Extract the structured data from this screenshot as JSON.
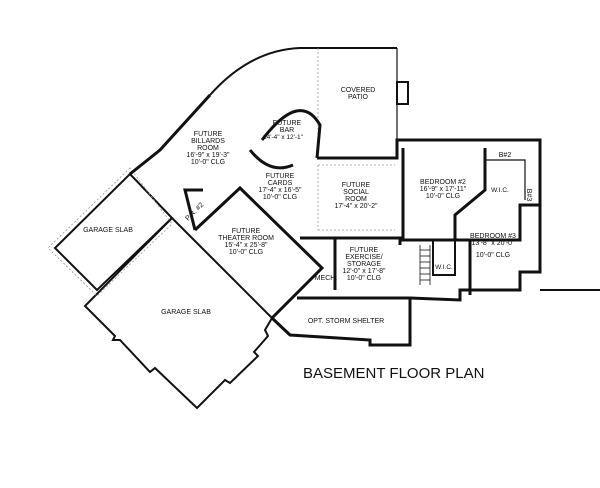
{
  "title": "BASEMENT FLOOR PLAN",
  "rooms": {
    "covered_patio": [
      "COVERED",
      "PATIO"
    ],
    "bar": [
      "FUTURE",
      "BAR",
      "14'-4\" x 12'-1\""
    ],
    "billiards": [
      "FUTURE",
      "BILLARDS",
      "ROOM",
      "16'-9\" x 19'-3\"",
      "10'-0\" CLG"
    ],
    "cards": [
      "FUTURE",
      "CARDS",
      "17'-4\" x 16'-5\"",
      "10'-0\" CLG"
    ],
    "social": [
      "FUTURE",
      "SOCIAL",
      "ROOM",
      "17'-4\" x 20'-2\""
    ],
    "powder": "P.R. #2",
    "theater": [
      "FUTURE",
      "THEATER ROOM",
      "15'-4\" x 25'-8\"",
      "10'-0\" CLG"
    ],
    "exercise": [
      "FUTURE",
      "EXERCISE/",
      "STORAGE",
      "12'-0\" x 17'-8\"",
      "10'-0\" CLG"
    ],
    "mech": "MECH.",
    "bedroom2": [
      "BEDROOM #2",
      "16'-9\" x 17'-11\"",
      "10'-0\" CLG"
    ],
    "bedroom3": [
      "BEDROOM #3",
      "13'-8\" x 20'-0\"",
      "10'-0\" CLG"
    ],
    "wic1": "W.I.C.",
    "wic2": "W.I.C.",
    "bath2": "B#2",
    "bath3": "B#3",
    "garage1": "GARAGE SLAB",
    "garage2": "GARAGE SLAB",
    "storm": "OPT. STORM SHELTER"
  }
}
